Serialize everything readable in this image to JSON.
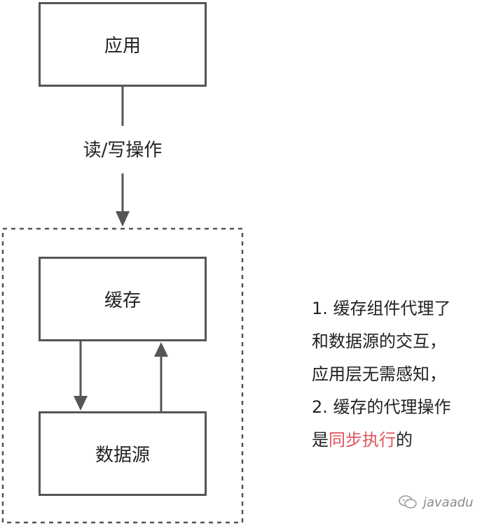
{
  "diagram": {
    "nodes": {
      "app": "应用",
      "cache": "缓存",
      "datasource": "数据源"
    },
    "edge_label": "读/写操作",
    "note": {
      "line1": "1. 缓存组件代理了",
      "line2": "和数据源的交互，",
      "line3": "应用层无需感知，",
      "line4": "2. 缓存的代理操作",
      "line5_prefix": "是",
      "line5_highlight": "同步执行",
      "line5_suffix": "的"
    },
    "highlight_color": "#e0555b",
    "watermark": "javaadu"
  }
}
